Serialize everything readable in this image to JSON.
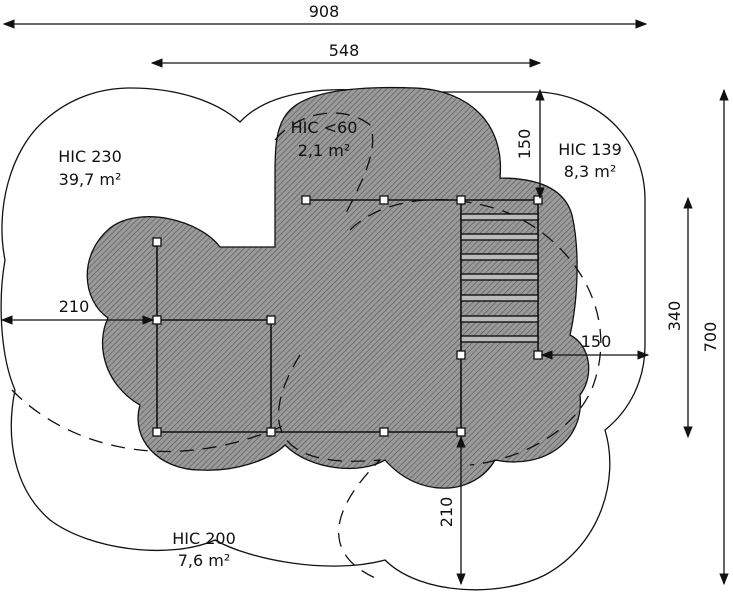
{
  "dimensions": {
    "total_width": "908",
    "inner_width": "548",
    "top_offset": "150",
    "left_offset": "210",
    "right_offset": "150",
    "inner_height": "340",
    "total_height": "700",
    "bottom_offset": "210"
  },
  "zones": {
    "hic230": {
      "name": "HIC 230",
      "area": "39,7 m²"
    },
    "hic60": {
      "name": "HIC <60",
      "area": "2,1 m²"
    },
    "hic139": {
      "name": "HIC 139",
      "area": "8,3 m²"
    },
    "hic200": {
      "name": "HIC 200",
      "area": "7,6 m²"
    }
  },
  "colors": {
    "line": "#111111",
    "hatch_fill": "#8a8a8a"
  }
}
